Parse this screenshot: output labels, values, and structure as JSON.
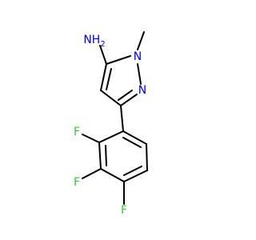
{
  "molecule": {
    "atoms": {
      "nh2": {
        "label": "NH2",
        "label_main": "NH",
        "label_sub": "2",
        "color": "#0000ff"
      },
      "n1": {
        "label": "N",
        "color": "#0000ff"
      },
      "n2": {
        "label": "N",
        "color": "#0000ff"
      },
      "f1": {
        "label": "F",
        "color": "#33cc33"
      },
      "f2": {
        "label": "F",
        "color": "#33cc33"
      },
      "f3": {
        "label": "F",
        "color": "#33cc33"
      }
    },
    "bond_color": "#000000"
  }
}
